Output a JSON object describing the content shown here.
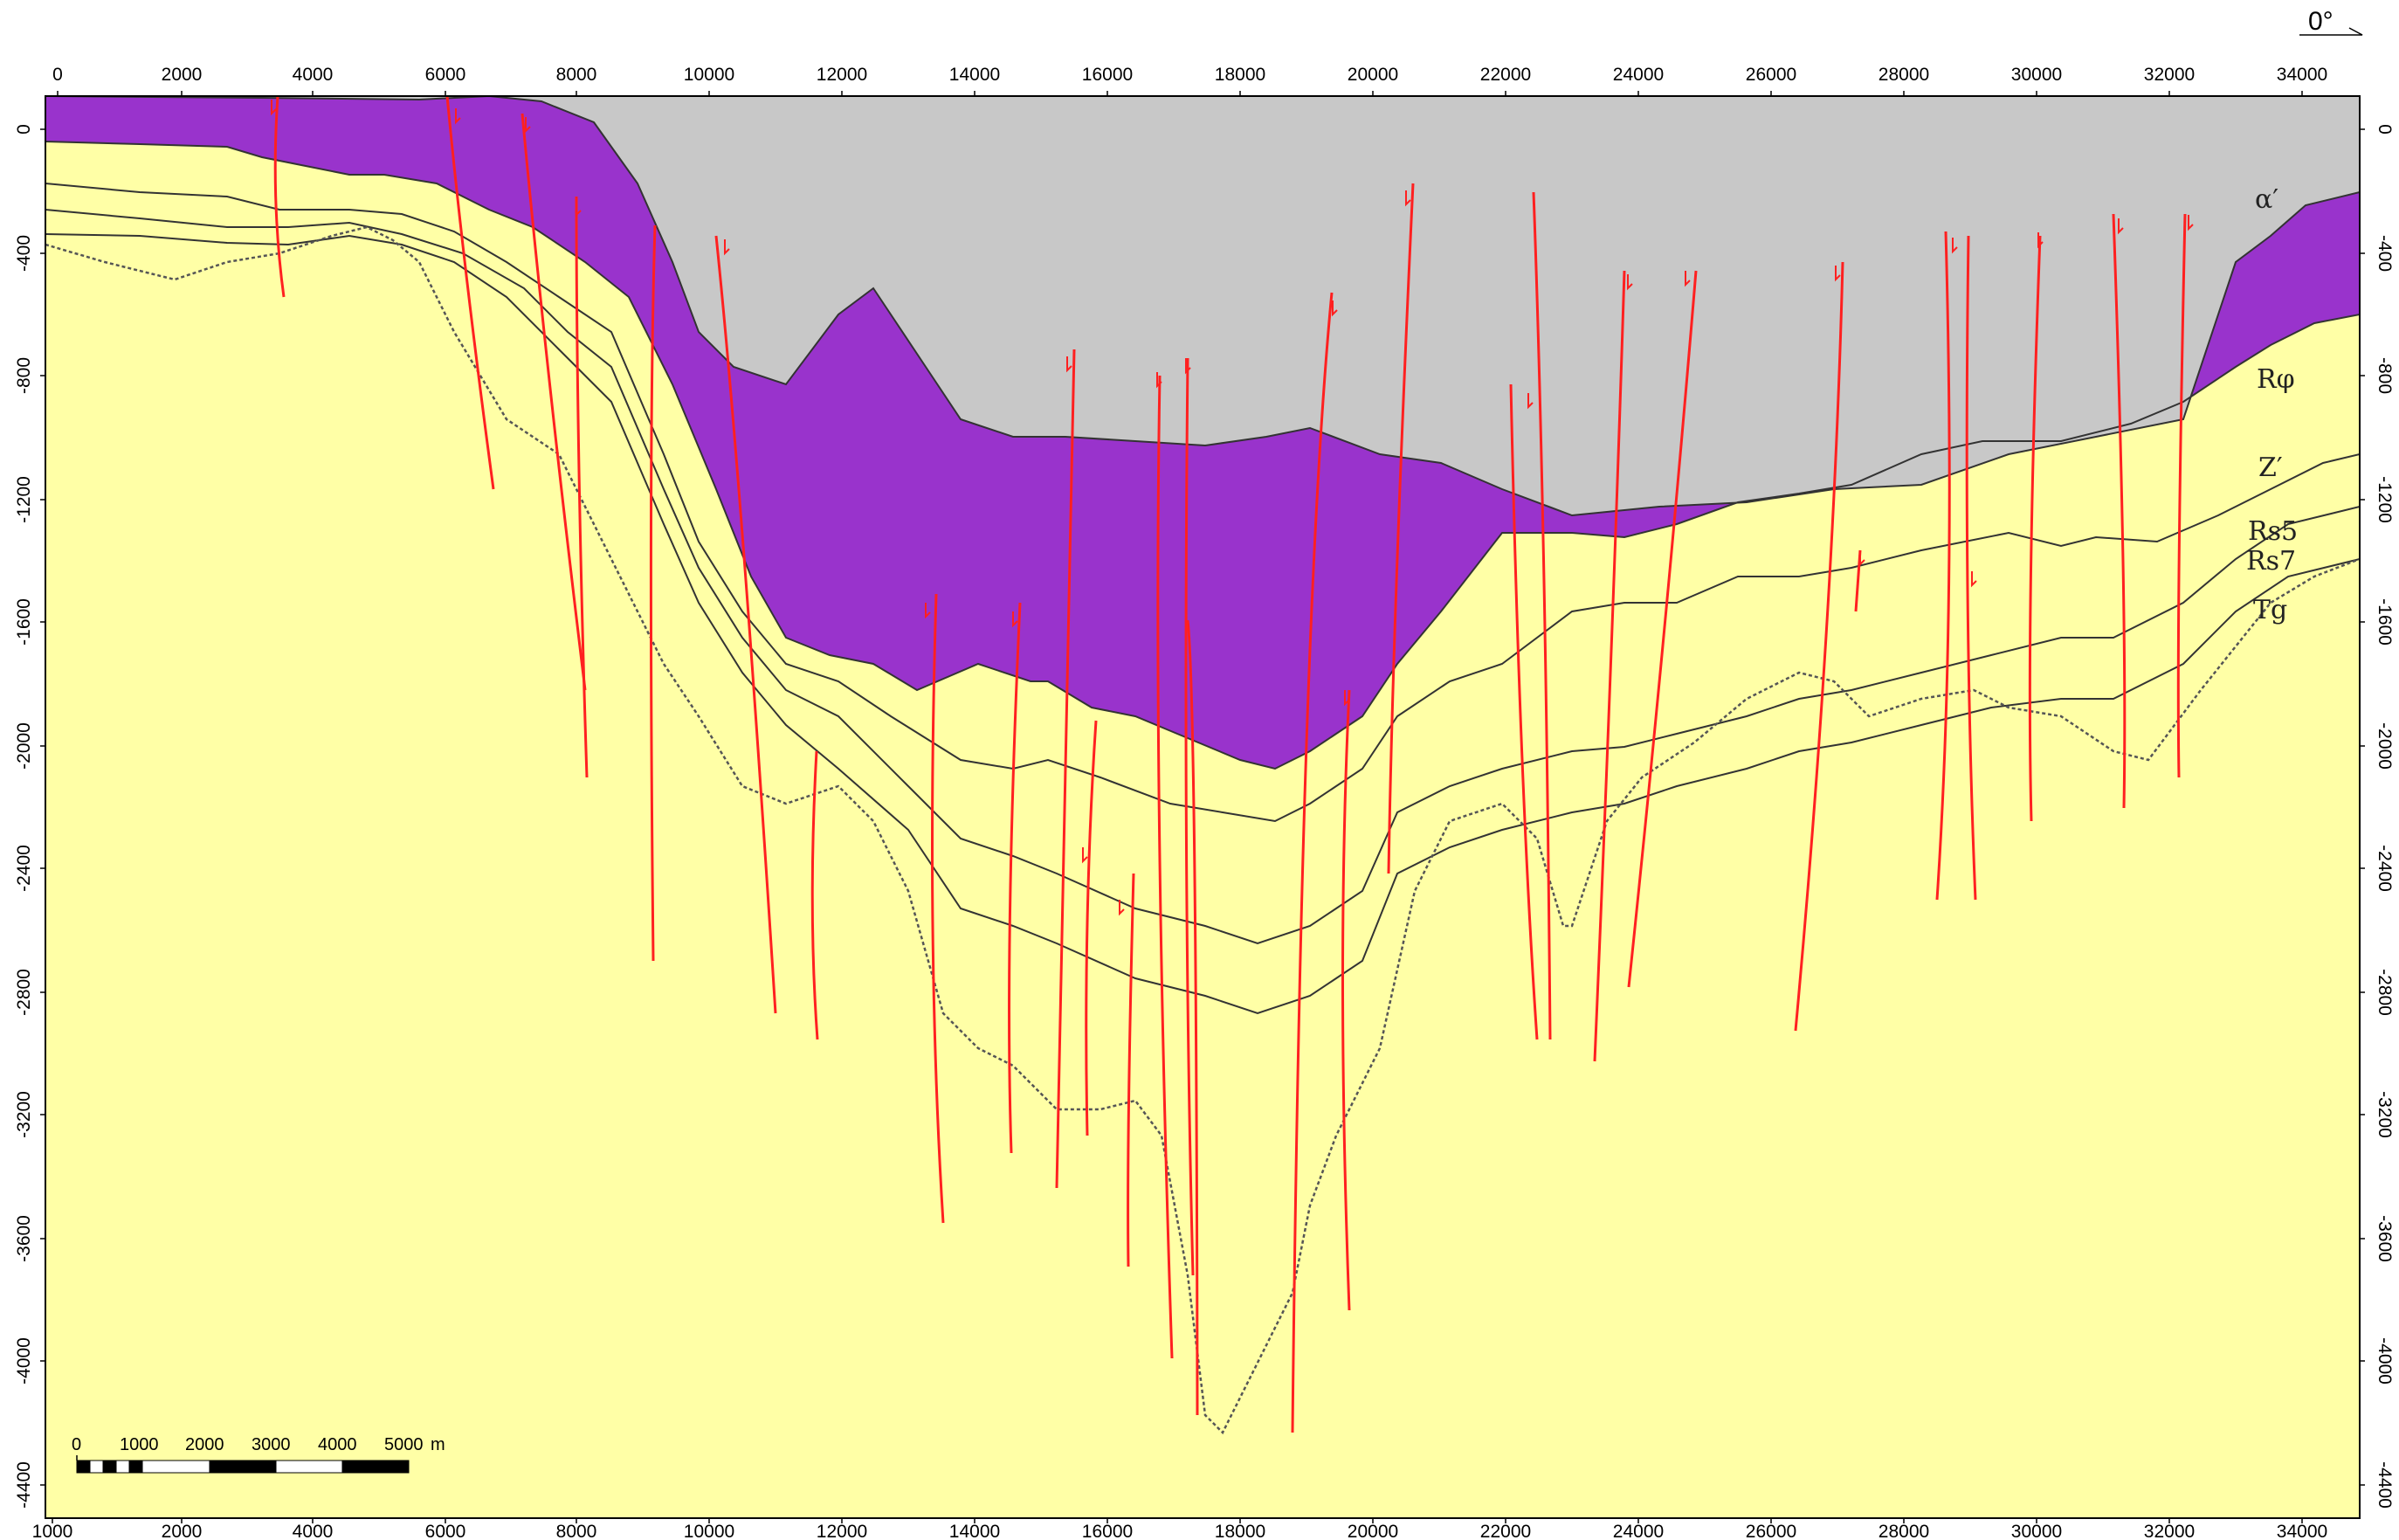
{
  "azimuth_label": "0°",
  "x_axis": {
    "top_ticks": [
      "0",
      "2000",
      "4000",
      "6000",
      "8000",
      "10000",
      "12000",
      "14000",
      "16000",
      "18000",
      "20000",
      "22000",
      "24000",
      "26000",
      "28000",
      "30000",
      "32000",
      "34000"
    ],
    "bottom_ticks": [
      "1000",
      "2000",
      "4000",
      "6000",
      "8000",
      "10000",
      "12000",
      "14000",
      "16000",
      "18000",
      "20000",
      "22000",
      "24000",
      "26000",
      "28000",
      "30000",
      "32000",
      "34000"
    ]
  },
  "y_axis": {
    "ticks": [
      "0",
      "-400",
      "-800",
      "-1200",
      "-1600",
      "-2000",
      "-2400",
      "-2800",
      "-3200",
      "-3600",
      "-4000",
      "-4400"
    ]
  },
  "layer_labels": {
    "alpha": "α′",
    "rphi": "Rφ",
    "z": "Z′",
    "rs5": "Rs5",
    "rs7": "Rs7",
    "tg": "Tg"
  },
  "scale_bar": {
    "labels": [
      "0",
      "1000",
      "2000",
      "3000",
      "4000",
      "5000"
    ],
    "unit": "m"
  },
  "colors": {
    "overburden": "#c8c8c8",
    "unit_alpha_rphi": "#ffffa6",
    "unit_rphi_z": "#ffff00",
    "unit_z_rs5": "#ffe400",
    "unit_rs5_rs7": "#ffb800",
    "unit_rs7_tg": "#ff8c00",
    "basement": "#9933cc",
    "fault": "#ff2020",
    "horizon": "#333333"
  }
}
